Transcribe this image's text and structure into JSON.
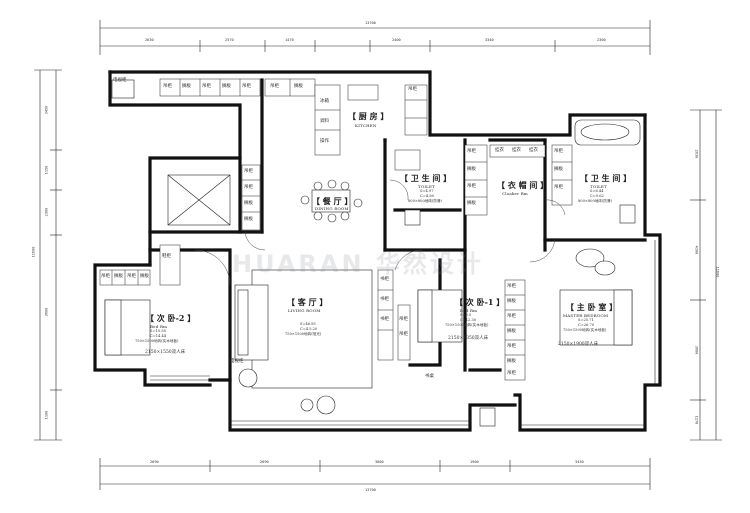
{
  "watermark": "HUARAN 华然设计",
  "colors": {
    "wall": "#111111",
    "line": "#222222",
    "bg": "#ffffff",
    "watermark": "#8a939c"
  },
  "rooms": {
    "kitchen": {
      "cn": "【 厨 房 】",
      "en": "KITCHEN"
    },
    "dining": {
      "cn": "【 餐 厅 】",
      "en": "DINING ROOM"
    },
    "living": {
      "cn": "【 客 厅 】",
      "en": "LIVING ROOM",
      "spec1": "S=46.85",
      "spec2": "C=4.5.20",
      "spec3": "750×1500地砖(哑光)"
    },
    "toilet1": {
      "cn": "【 卫 生 间 】",
      "en": "TOILET",
      "spec1": "S=4.97",
      "spec2": "C=4.56",
      "spec3": "800×800地砖(防滑)"
    },
    "cloak": {
      "cn": "【 衣 帽 间 】",
      "en": "Cloaker Rm"
    },
    "toilet2": {
      "cn": "【 卫 生 间 】",
      "en": "TOILET",
      "spec1": "S=6.44",
      "spec2": "C=9.62",
      "spec3": "800×800地砖(防滑)"
    },
    "bed2": {
      "cn": "【 次 卧-2 】",
      "en": "Bed Rm",
      "spec1": "S=10.58",
      "spec2": "C=14.44",
      "spec3": "750×1500地砖(实木地板)",
      "bed": "2150×1550双人床"
    },
    "bed1": {
      "cn": "【 次 卧-1 】",
      "en": "Bed Rm",
      "spec1": "S=9.5",
      "spec2": "C=12.30",
      "spec3": "750×1500地砖(实木地板)",
      "bed": "2150×1350双人床"
    },
    "master": {
      "cn": "【 主 卧 室 】",
      "en": "MASTER BEDROOM",
      "spec1": "S=25.71",
      "spec2": "C=26.70",
      "spec3": "750×1500地砖(实木地板)",
      "bed": "2150×1900双人床"
    }
  },
  "cabinets": {
    "top_row": [
      "电视柜",
      "吊柜",
      "搁板",
      "吊柜",
      "搁板",
      "吊柜",
      "吊柜",
      "搁板",
      "吊柜"
    ],
    "kitchen": [
      "冰箱",
      "调料",
      "操作"
    ],
    "left_col": [
      "吊柜",
      "吊柜",
      "搁板",
      "搁板"
    ],
    "bed2_top": [
      "吊柜",
      "搁板",
      "吊柜",
      "搁板"
    ],
    "toilet1": [
      "吊柜",
      "搁板",
      "吊柜",
      "搁板"
    ],
    "cloak_left": [
      "吊柜",
      "搁板",
      "吊柜",
      "搁板"
    ],
    "cloak_right": [
      "吊柜",
      "搁板",
      "吊柜"
    ],
    "cloak_top": [
      "挂衣",
      "挂衣",
      "挂衣"
    ],
    "bed1_left": [
      "吊柜",
      "吊柜",
      "搁板",
      "搁板",
      "吊柜"
    ],
    "bed1_right": [
      "吊柜",
      "搁板",
      "吊柜",
      "搁板",
      "吊柜",
      "搁板",
      "吊柜"
    ],
    "corridor": [
      "书柜",
      "书柜",
      "书柜"
    ],
    "misc": [
      "电视柜",
      "书桌",
      "鞋柜"
    ]
  },
  "dims": {
    "total_top": "13700",
    "top": [
      "2630",
      "2570",
      "1470",
      "2400",
      "3340",
      "2300"
    ],
    "total_bottom": "13700",
    "bottom": [
      "2690",
      "2690",
      "3000",
      "1900",
      "3430"
    ],
    "total_left": "11600",
    "left": [
      "3450",
      "1150",
      "2300",
      "3600",
      "1100"
    ],
    "total_right": "11600",
    "right": [
      "2630",
      "4100",
      "3600",
      "1270"
    ]
  }
}
